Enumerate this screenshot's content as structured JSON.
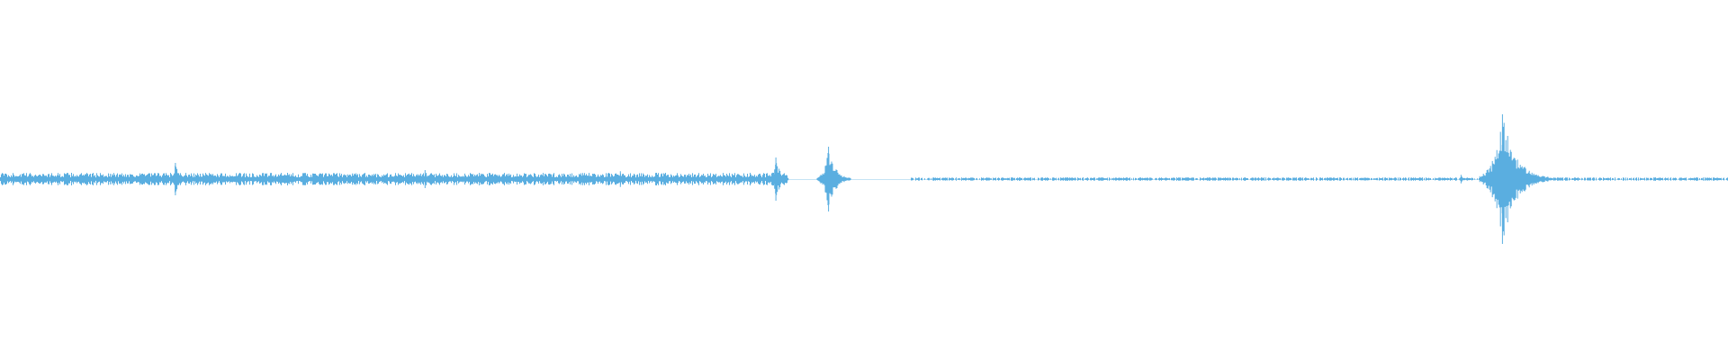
{
  "waveform": {
    "color": "#5aaee0",
    "background": "#ffffff",
    "segments": [
      {
        "start": 0.0,
        "end": 0.455,
        "baseline_amplitude": 0.012,
        "noise": 0.35
      },
      {
        "start": 0.527,
        "end": 1.0,
        "baseline_amplitude": 0.004,
        "noise": 0.25,
        "dotted": true
      }
    ],
    "peaks": [
      {
        "position": 0.003,
        "amplitude": 0.015
      },
      {
        "position": 0.1015,
        "amplitude": 0.045
      },
      {
        "position": 0.246,
        "amplitude": 0.025
      },
      {
        "position": 0.359,
        "amplitude": 0.022
      },
      {
        "position": 0.449,
        "amplitude": 0.06
      },
      {
        "position": 0.4795,
        "amplitude": 0.09
      },
      {
        "position": 0.8455,
        "amplitude": 0.012
      },
      {
        "position": 0.8695,
        "amplitude": 0.18
      },
      {
        "position": 0.876,
        "amplitude": 0.05
      },
      {
        "position": 0.88,
        "amplitude": 0.025
      }
    ]
  }
}
